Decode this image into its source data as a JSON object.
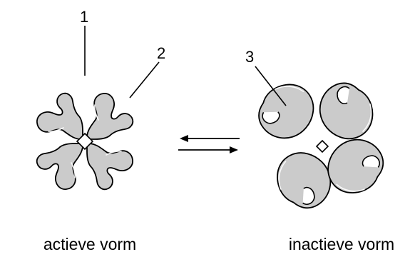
{
  "labels": {
    "one": "1",
    "two": "2",
    "three": "3"
  },
  "captions": {
    "active": "actieve vorm",
    "inactive": "inactieve vorm"
  },
  "colors": {
    "subunit_fill": "#cbcbcb",
    "outline": "#000000",
    "background": "#ffffff"
  }
}
